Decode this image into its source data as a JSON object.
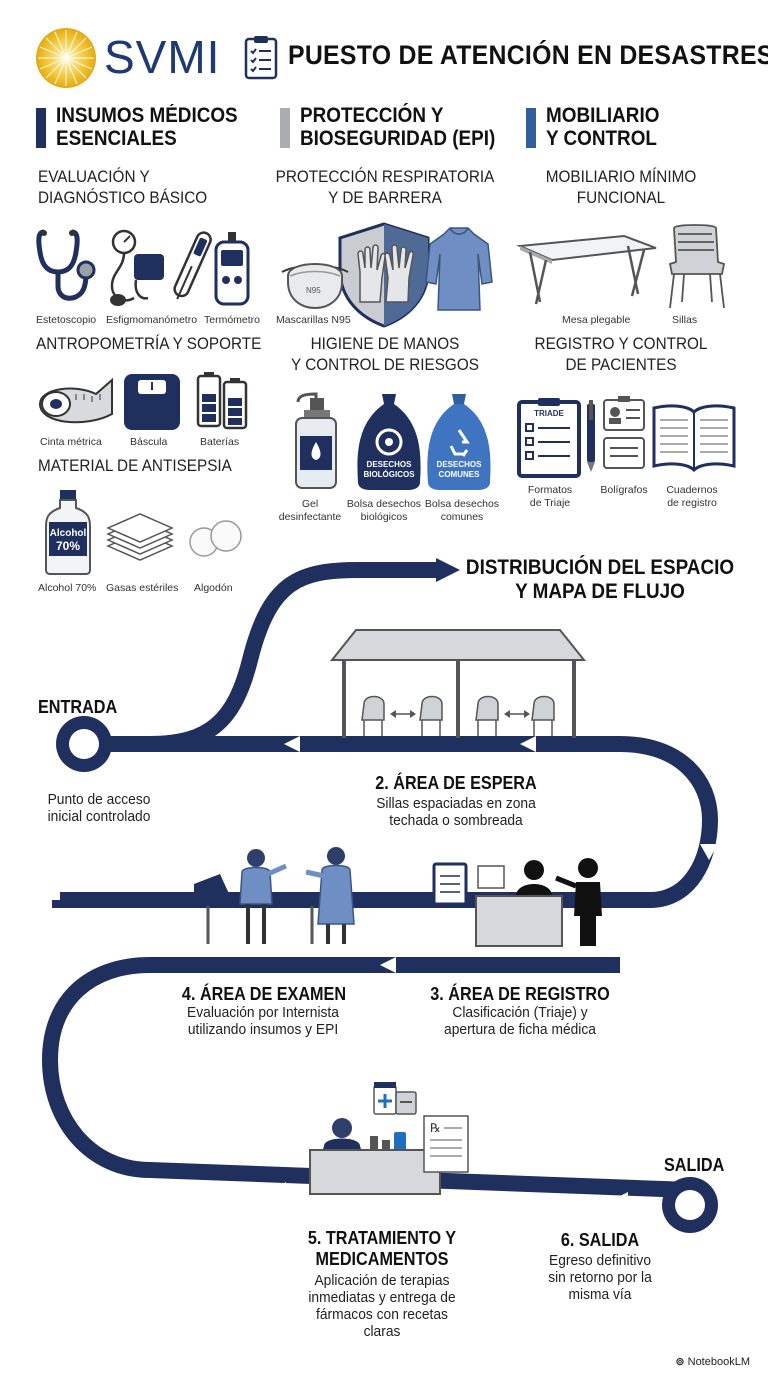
{
  "header": {
    "logo": "SVMI",
    "title": "PUESTO DE ATENCIÓN EN DESASTRES"
  },
  "categories": [
    {
      "title_line1": "INSUMOS MÉDICOS",
      "title_line2": "ESENCIALES",
      "color": "#1f2f5e",
      "groups": [
        {
          "title_line1": "EVALUACIÓN Y",
          "title_line2": "DIAGNÓSTICO BÁSICO",
          "items": [
            {
              "label": "Estetoscopio",
              "icon": "stethoscope-icon"
            },
            {
              "label": "Esfigmomanómetro",
              "icon": "sphygmomanometer-icon"
            },
            {
              "label": "Termómetro",
              "icon": "thermometer-icon"
            }
          ]
        },
        {
          "title_line1": "ANTROPOMETRÍA Y SOPORTE",
          "title_line2": "",
          "items": [
            {
              "label": "Cinta métrica",
              "icon": "measuring-tape-icon"
            },
            {
              "label": "Báscula",
              "icon": "scale-icon"
            },
            {
              "label": "Baterías",
              "icon": "batteries-icon"
            }
          ]
        },
        {
          "title_line1": "MATERIAL DE ANTISEPSIA",
          "title_line2": "",
          "items": [
            {
              "label": "Alcohol 70%",
              "icon": "alcohol-bottle-icon",
              "bottle_text_1": "Alcohol",
              "bottle_text_2": "70%"
            },
            {
              "label": "Gasas estériles",
              "icon": "gauze-icon"
            },
            {
              "label": "Algodón",
              "icon": "cotton-icon"
            }
          ]
        }
      ]
    },
    {
      "title_line1": "PROTECCIÓN Y",
      "title_line2": "BIOSEGURIDAD (EPI)",
      "color": "#a9acb0",
      "groups": [
        {
          "title_line1": "PROTECCIÓN RESPIRATORIA",
          "title_line2": "Y DE BARRERA",
          "items": [
            {
              "label": "Mascarillas N95",
              "icon": "n95-mask-icon",
              "mask_text": "N95"
            },
            {
              "label": "",
              "icon": "gloves-icon"
            },
            {
              "label": "",
              "icon": "gown-icon"
            }
          ]
        },
        {
          "title_line1": "HIGIENE DE MANOS",
          "title_line2": "Y CONTROL DE RIESGOS",
          "items": [
            {
              "label_line1": "Gel",
              "label_line2": "desinfectante",
              "icon": "sanitizer-icon"
            },
            {
              "label_line1": "Bolsa desechos",
              "label_line2": "biológicos",
              "icon": "biohazard-bag-icon",
              "bag_text_1": "DESECHOS",
              "bag_text_2": "BIOLÓGICOS"
            },
            {
              "label_line1": "Bolsa desechos",
              "label_line2": "comunes",
              "icon": "recycle-bag-icon",
              "bag_text_1": "DESECHOS",
              "bag_text_2": "COMUNES"
            }
          ]
        }
      ]
    },
    {
      "title_line1": "MOBILIARIO",
      "title_line2": "Y CONTROL",
      "color": "#2f5f9e",
      "groups": [
        {
          "title_line1": "MOBILIARIO MÍNIMO",
          "title_line2": "FUNCIONAL",
          "items": [
            {
              "label": "Mesa plegable",
              "icon": "folding-table-icon"
            },
            {
              "label": "Sillas",
              "icon": "chairs-icon"
            }
          ]
        },
        {
          "title_line1": "REGISTRO Y CONTROL",
          "title_line2": "DE PACIENTES",
          "items": [
            {
              "label_line1": "Formatos",
              "label_line2": "de Triaje",
              "icon": "triage-form-icon",
              "form_text": "TRIADE"
            },
            {
              "label_line1": "Bolígrafos",
              "label_line2": "",
              "icon": "pen-icon"
            },
            {
              "label_line1": "Cuadernos",
              "label_line2": "de registro",
              "icon": "notebook-icon"
            }
          ]
        }
      ]
    }
  ],
  "flow": {
    "title_line1": "DISTRIBUCIÓN DEL ESPACIO",
    "title_line2": "Y MAPA DE FLUJO",
    "path_color": "#1f2f5e",
    "entrada": {
      "heading": "ENTRADA",
      "desc_line1": "Punto de acceso",
      "desc_line2": "inicial controlado"
    },
    "espera": {
      "heading": "2. ÁREA DE ESPERA",
      "desc_line1": "Sillas espaciadas en zona",
      "desc_line2": "techada o sombreada"
    },
    "registro": {
      "heading": "3. ÁREA DE REGISTRO",
      "desc_line1": "Clasificación (Triaje) y",
      "desc_line2": "apertura de ficha médica"
    },
    "examen": {
      "heading": "4. ÁREA DE EXAMEN",
      "desc_line1": "Evaluación por Internista",
      "desc_line2": "utilizando insumos y EPI"
    },
    "tratamiento": {
      "heading_line1": "5. TRATAMIENTO Y",
      "heading_line2": "MEDICAMENTOS",
      "desc_line1": "Aplicación de terapias",
      "desc_line2": "inmediatas y entrega de",
      "desc_line3": "fármacos con recetas",
      "desc_line4": "claras"
    },
    "salida_label": "SALIDA",
    "salida": {
      "heading": "6. SALIDA",
      "desc_line1": "Egreso definitivo",
      "desc_line2": "sin retorno por la",
      "desc_line3": "misma vía"
    }
  },
  "footer": {
    "brand": "NotebookLM"
  }
}
